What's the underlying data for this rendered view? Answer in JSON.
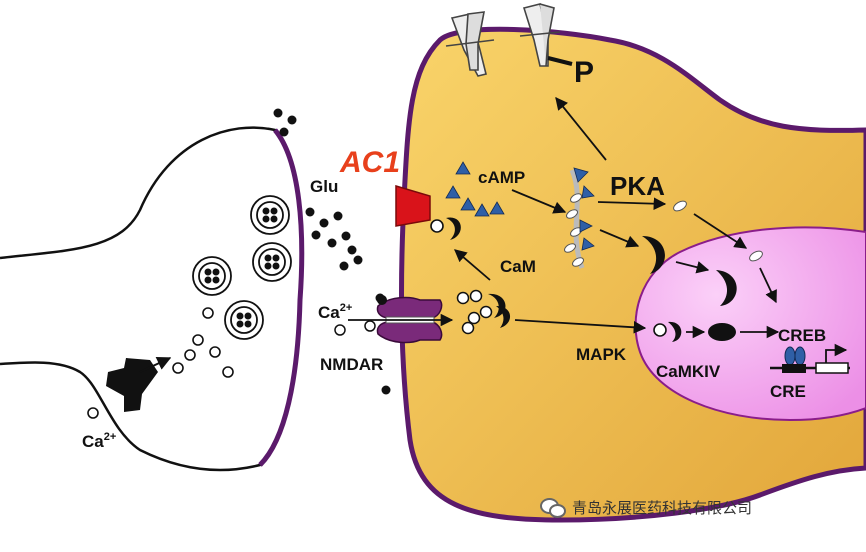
{
  "labels": {
    "ac1": "AC1",
    "glu": "Glu",
    "camp": "cAMP",
    "pka": "PKA",
    "p": "P",
    "cam": "CaM",
    "ca_post": "Ca",
    "ca_post_sup": "2+",
    "nmdar": "NMDAR",
    "mapk": "MAPK",
    "camkiv": "CaMKIV",
    "creb": "CREB",
    "cre": "CRE",
    "ca_pre": "Ca",
    "ca_pre_sup": "2+"
  },
  "watermark": "青岛永展医药科技有限公司",
  "colors": {
    "membrane": "#5b1a6b",
    "postsynaptic_fill": "#f4c24a",
    "nucleus_fill": "#f2a6ee",
    "ac1": "#d9131a",
    "ac1_label": "#e8401c",
    "camp_triangle": "#2f5fa6"
  },
  "icons": [
    "wechat-icon"
  ]
}
